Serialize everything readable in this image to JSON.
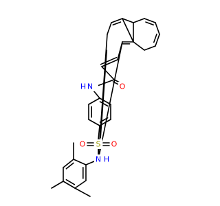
{
  "molecule": {
    "atom_labels": {
      "amide_oxygen": "O",
      "amide_nh": "N",
      "amide_h": "H",
      "sulfur": "S",
      "sulfonyl_oxygen_left": "O",
      "sulfonyl_oxygen_right": "O",
      "sulfonamide_n": "N",
      "sulfonamide_h": "H"
    }
  },
  "colors": {
    "bond": "#000000",
    "oxygen": "#ff0000",
    "nitrogen": "#0000ff",
    "sulfur": "#999900",
    "background": "#ffffff"
  }
}
